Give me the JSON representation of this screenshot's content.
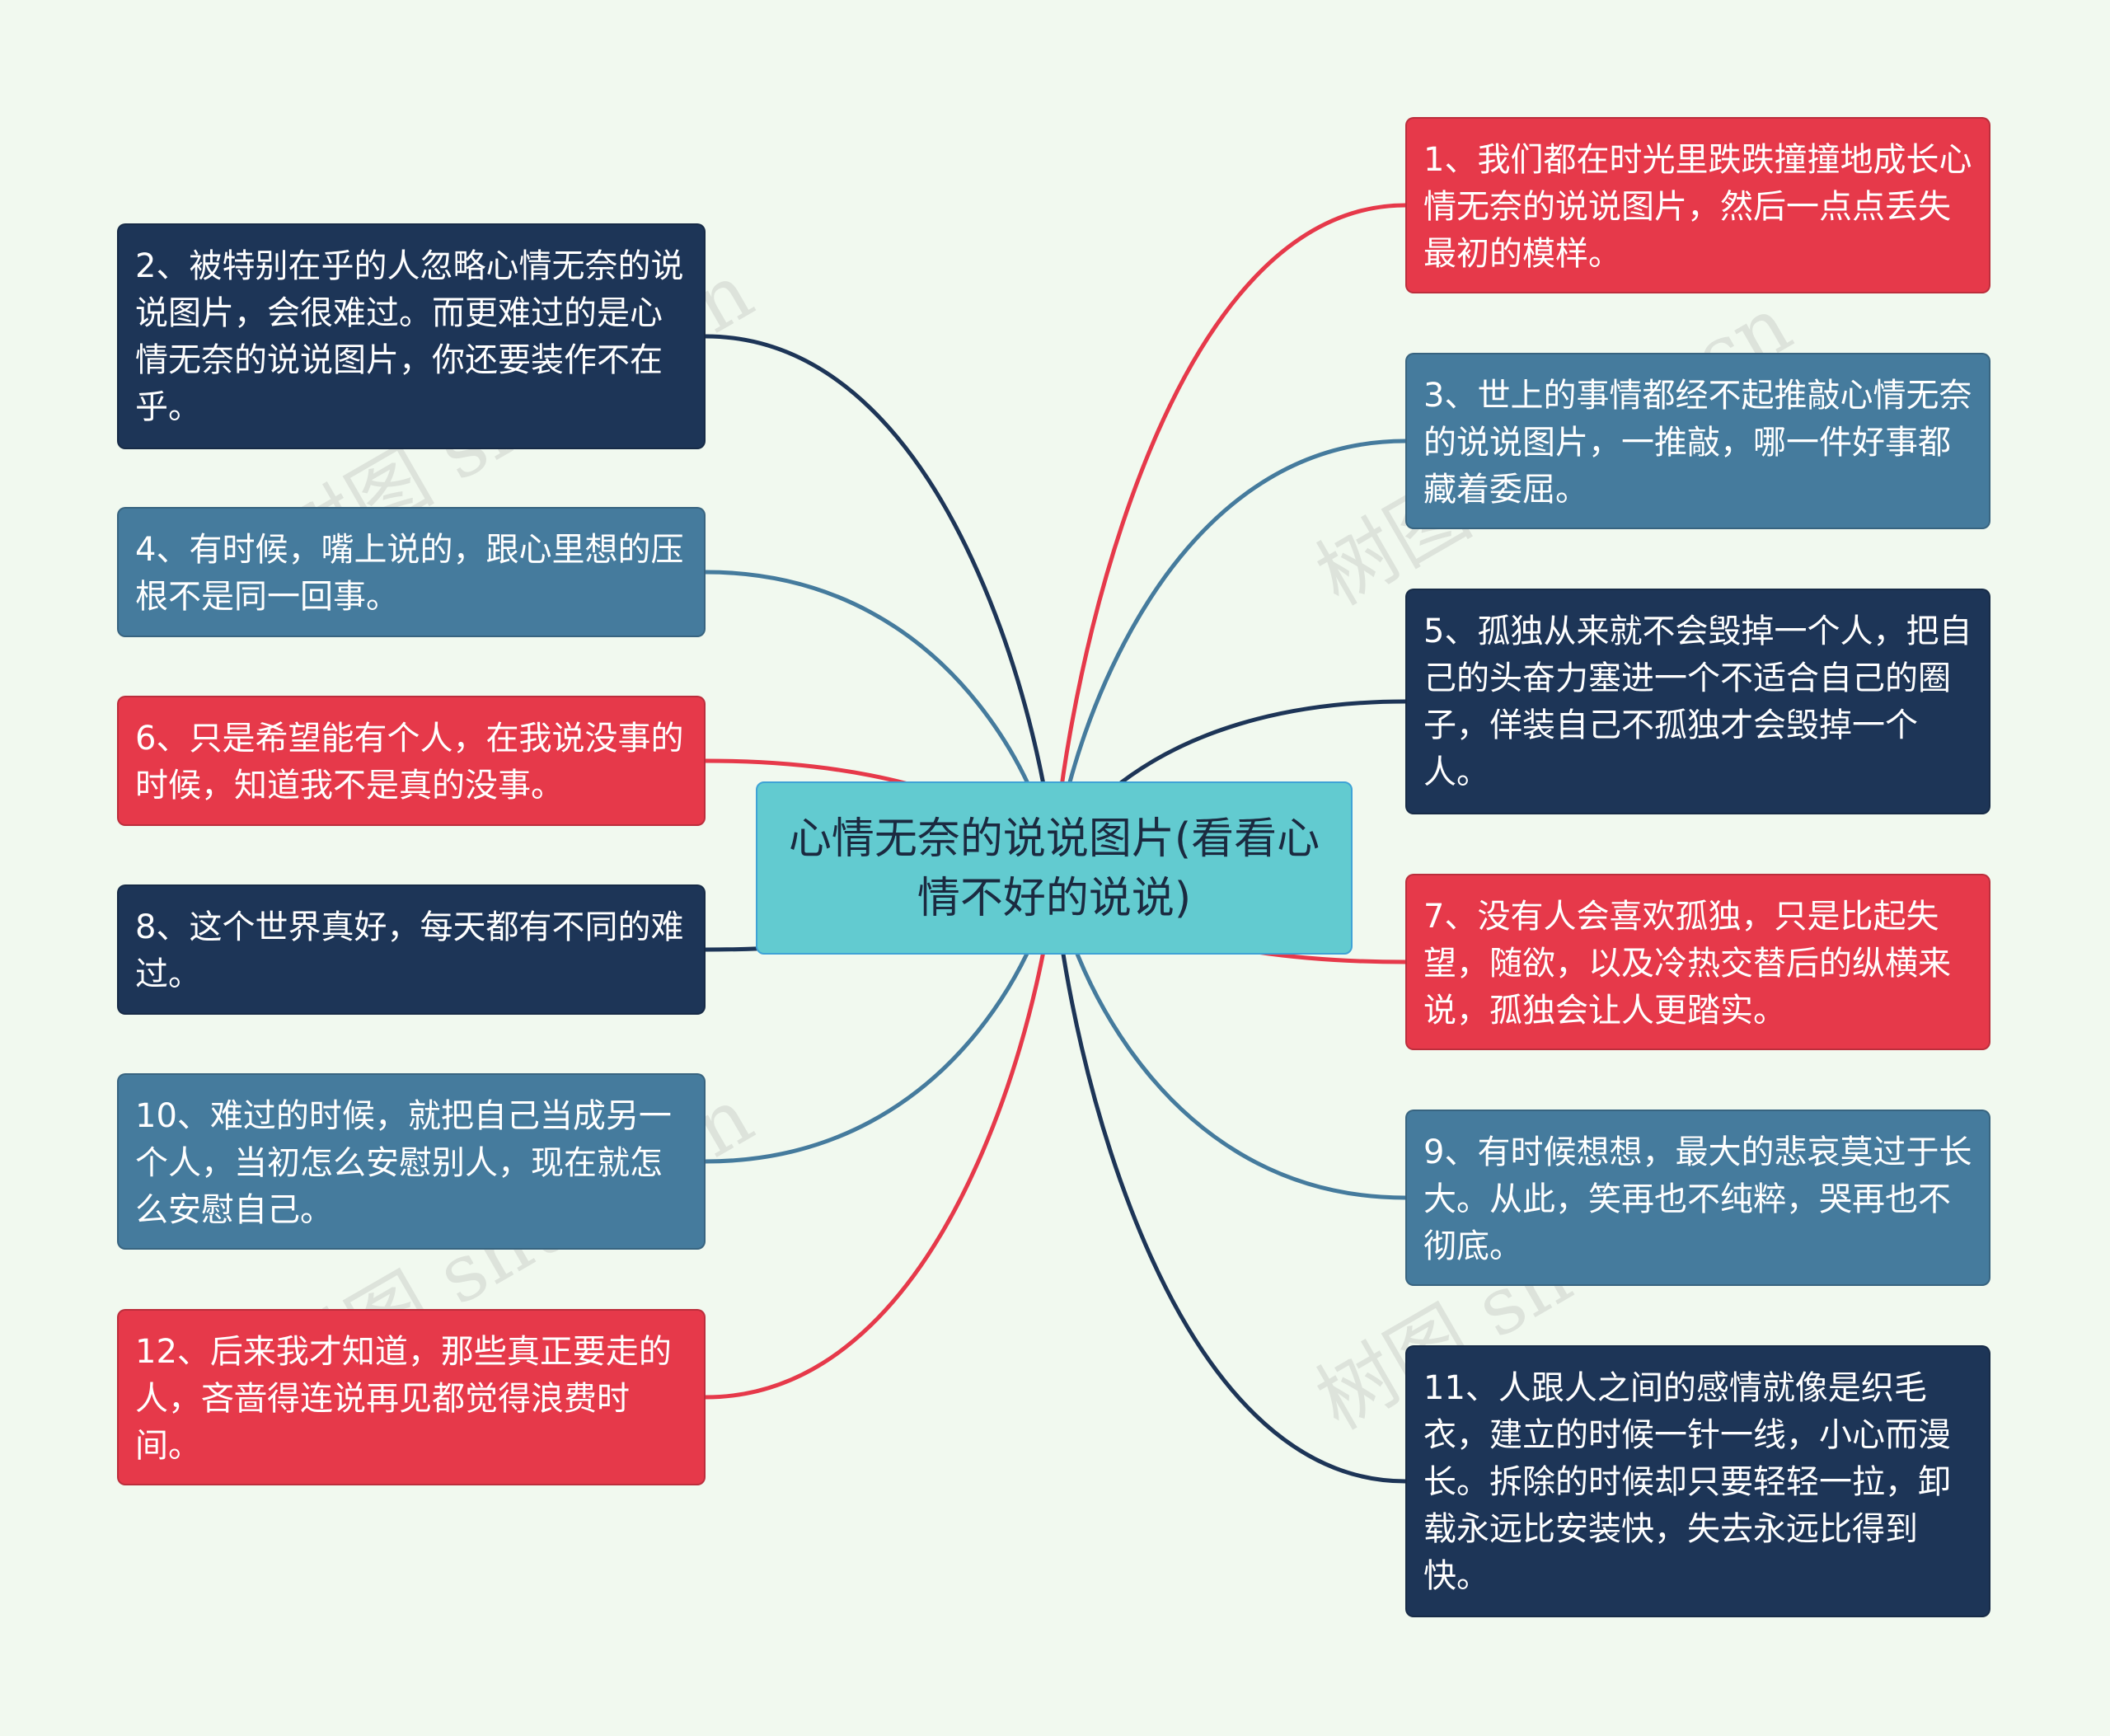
{
  "center": {
    "text": "心情无奈的说说图片(看看心情不好的说说)",
    "color": "#62cbd0"
  },
  "palette": {
    "red": "#e6394a",
    "blue": "#457b9d",
    "navy": "#1d3557"
  },
  "nodes": [
    {
      "id": "n1",
      "side": "right",
      "color": "red",
      "text": "1、我们都在时光里跌跌撞撞地成长心情无奈的说说图片，然后一点点丢失最初的模样。"
    },
    {
      "id": "n2",
      "side": "left",
      "color": "navy",
      "text": "2、被特别在乎的人忽略心情无奈的说说图片，会很难过。而更难过的是心情无奈的说说图片，你还要装作不在乎。"
    },
    {
      "id": "n3",
      "side": "right",
      "color": "blue",
      "text": "3、世上的事情都经不起推敲心情无奈的说说图片，一推敲，哪一件好事都藏着委屈。"
    },
    {
      "id": "n4",
      "side": "left",
      "color": "blue",
      "text": "4、有时候，嘴上说的，跟心里想的压根不是同一回事。"
    },
    {
      "id": "n5",
      "side": "right",
      "color": "navy",
      "text": "5、孤独从来就不会毁掉一个人，把自己的头奋力塞进一个不适合自己的圈子，佯装自己不孤独才会毁掉一个人。"
    },
    {
      "id": "n6",
      "side": "left",
      "color": "red",
      "text": "6、只是希望能有个人，在我说没事的时候，知道我不是真的没事。"
    },
    {
      "id": "n7",
      "side": "right",
      "color": "red",
      "text": "7、没有人会喜欢孤独，只是比起失望，随欲，以及冷热交替后的纵横来说，孤独会让人更踏实。"
    },
    {
      "id": "n8",
      "side": "left",
      "color": "navy",
      "text": "8、这个世界真好，每天都有不同的难过。"
    },
    {
      "id": "n9",
      "side": "right",
      "color": "blue",
      "text": "9、有时候想想，最大的悲哀莫过于长大。从此，笑再也不纯粹，哭再也不彻底。"
    },
    {
      "id": "n10",
      "side": "left",
      "color": "blue",
      "text": "10、难过的时候，就把自己当成另一个人，当初怎么安慰别人，现在就怎么安慰自己。"
    },
    {
      "id": "n11",
      "side": "right",
      "color": "navy",
      "text": "11、人跟人之间的感情就像是织毛衣，建立的时候一针一线，小心而漫长。拆除的时候却只要轻轻一拉，卸载永远比安装快，失去永远比得到快。"
    },
    {
      "id": "n12",
      "side": "left",
      "color": "red",
      "text": "12、后来我才知道，那些真正要走的人，吝啬得连说再见都觉得浪费时间。"
    }
  ],
  "watermark": "树图 shutu.cn"
}
